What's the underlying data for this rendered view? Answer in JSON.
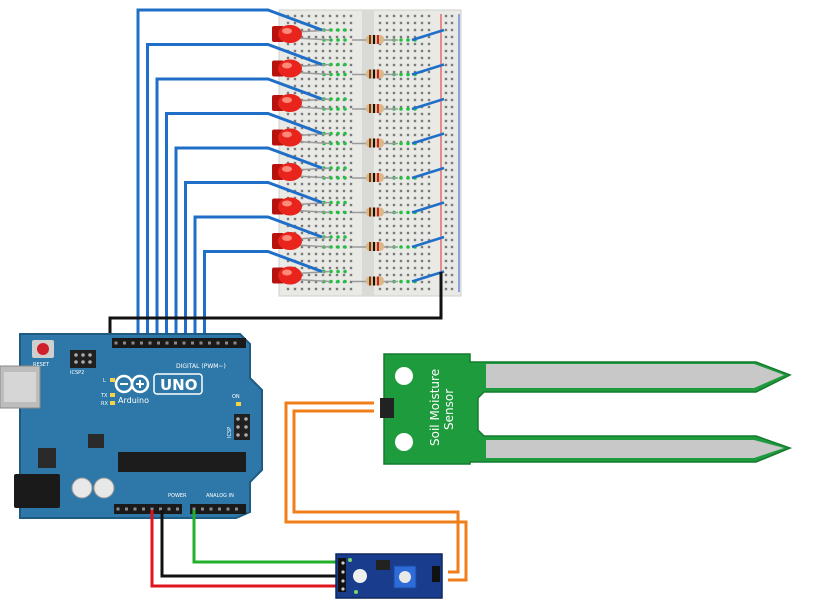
{
  "board": {
    "brand": "Arduino",
    "model": "UNO",
    "reset_label": "RESET",
    "icsp_label": "ICSP2",
    "icsp1_label": "ICSP",
    "digital_label": "DIGITAL (PWM~)",
    "power_label": "POWER",
    "analog_label": "ANALOG IN",
    "on_label": "ON",
    "tx_label": "TX",
    "rx_label": "RX",
    "l_label": "L",
    "color": "#2d78a8"
  },
  "sensor": {
    "label_line1": "Soil Moisture",
    "label_line2": "Sensor",
    "color": "#1e9b3c"
  },
  "module": {
    "color": "#1a3c8c"
  },
  "breadboard": {
    "led_count": 8,
    "led_color": "#e8241c"
  },
  "wires": {
    "digital_color": "#1f6fc8",
    "ground_color": "#111111",
    "power_color": "#e0141c",
    "analog_color": "#22b02a",
    "probe_color": "#f07f1a"
  }
}
